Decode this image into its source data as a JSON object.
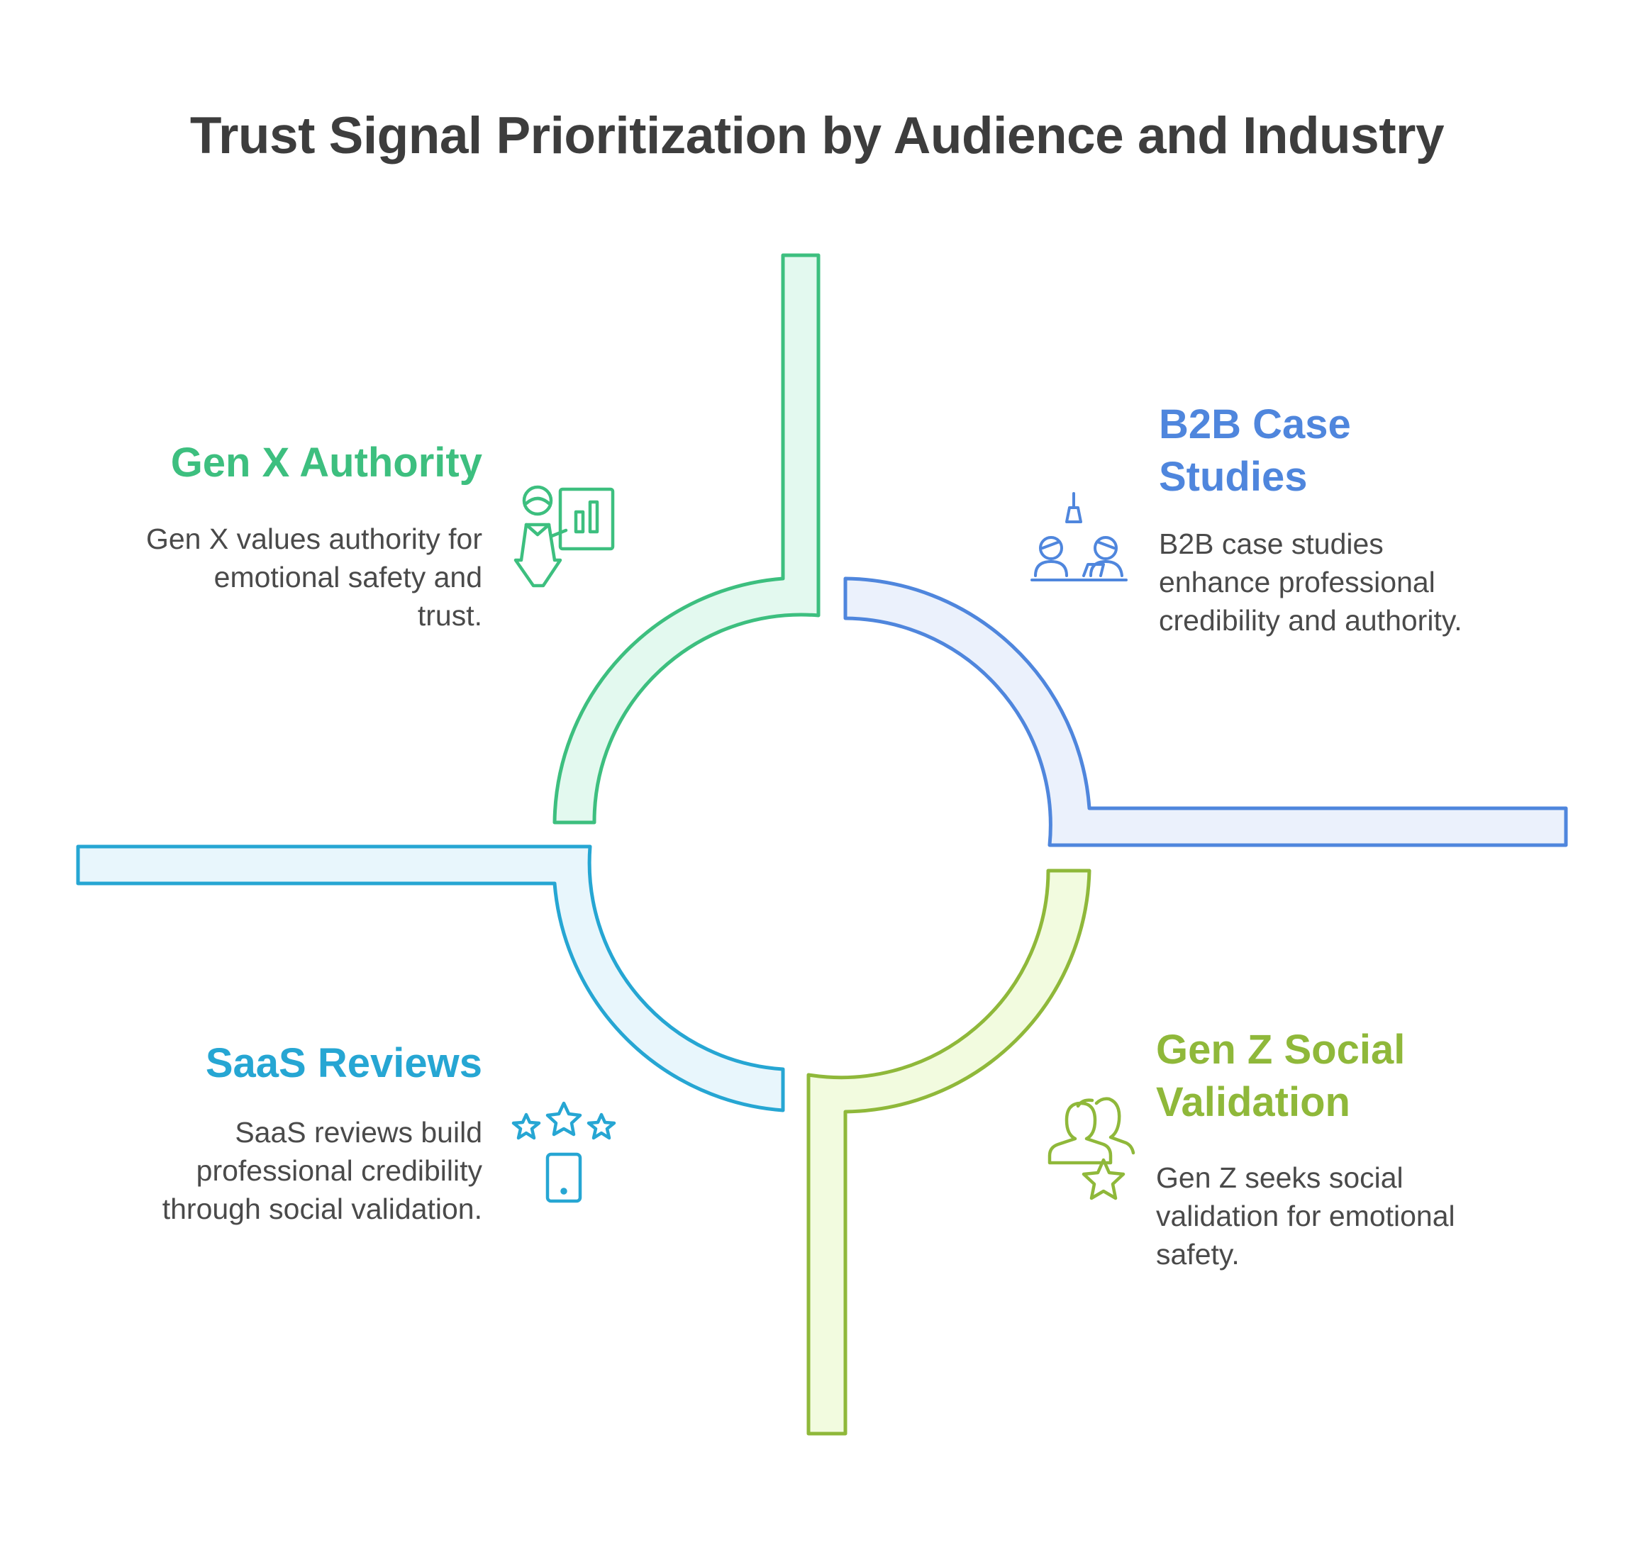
{
  "title": "Trust Signal Prioritization by Audience and Industry",
  "colors": {
    "title": "#3d3d3d",
    "text": "#4a4a4a",
    "green": "#3dbf7f",
    "blue": "#4f86dd",
    "cyan": "#26a6d3",
    "lime": "#8fb83a"
  },
  "sections": [
    {
      "id": "gen-x",
      "heading": "Gen X Authority",
      "description": "Gen X values authority for emotional safety and trust.",
      "icon": "presenter-chart-icon",
      "color": "#3dbf7f"
    },
    {
      "id": "b2b",
      "heading": "B2B Case Studies",
      "description": "B2B case studies enhance professional credibility and authority.",
      "icon": "meeting-icon",
      "color": "#4f86dd"
    },
    {
      "id": "saas",
      "heading": "SaaS Reviews",
      "description": "SaaS reviews build professional credibility through social validation.",
      "icon": "star-rating-phone-icon",
      "color": "#26a6d3"
    },
    {
      "id": "gen-z",
      "heading": "Gen Z Social Validation",
      "description": "Gen Z seeks social validation for emotional safety.",
      "icon": "users-star-icon",
      "color": "#8fb83a"
    }
  ]
}
